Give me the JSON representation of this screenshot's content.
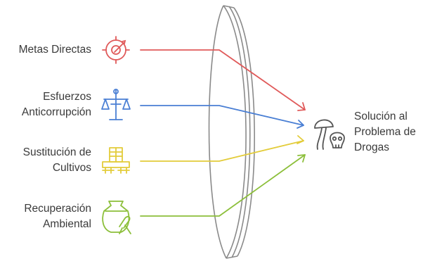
{
  "inputs": [
    {
      "id": "metas",
      "lines": [
        "Metas Directas"
      ],
      "icon": "target-icon",
      "color": "#e05a5a"
    },
    {
      "id": "esfuerzos",
      "lines": [
        "Esfuerzos",
        "Anticorrupción"
      ],
      "icon": "scales-icon",
      "color": "#4a7fd4"
    },
    {
      "id": "sustitucion",
      "lines": [
        "Sustitución de",
        "Cultivos"
      ],
      "icon": "crops-icon",
      "color": "#e3cc3a"
    },
    {
      "id": "recuperacion",
      "lines": [
        "Recuperación",
        "Ambiental"
      ],
      "icon": "environment-icon",
      "color": "#8cbf3a"
    }
  ],
  "output": {
    "lines": [
      "Solución al",
      "Problema de",
      "Drogas"
    ],
    "icon": "mushroom-skull-icon",
    "color": "#555555"
  },
  "lens": {
    "icon": "lens-icon",
    "color": "#777777"
  }
}
